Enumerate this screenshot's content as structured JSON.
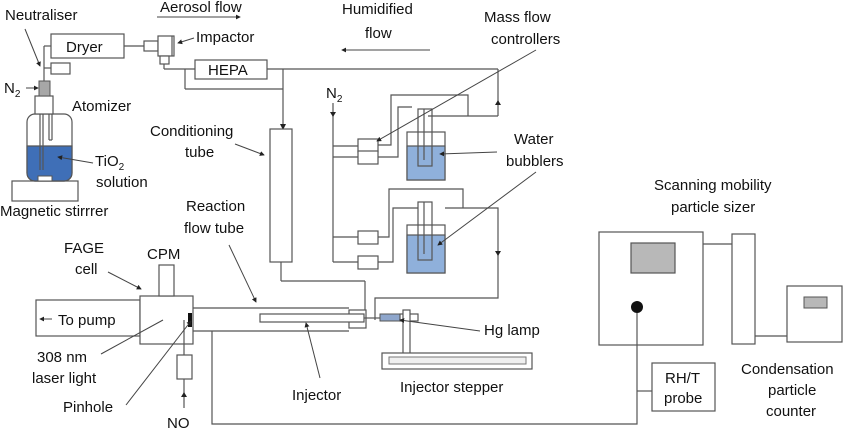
{
  "title": "Experimental setup: aerosol generation, flow tube and FAGE detection",
  "colors": {
    "line": "#555555",
    "tio2_liquid": "#3f6fb7",
    "water_liquid": "#8fb0db",
    "screen_grey": "#b8b8b8",
    "hg_lamp": "#8ea6cc",
    "stirrer_grey": "#a7a7a7"
  },
  "labels": {
    "neutraliser": "Neutraliser",
    "aerosol_flow": "Aerosol flow",
    "humidified_flow_1": "Humidified",
    "humidified_flow_2": "flow",
    "dryer": "Dryer",
    "impactor": "Impactor",
    "hepa": "HEPA",
    "n2_atomizer": "N",
    "n2_atomizer_sub": "2",
    "n2_mfc": "N",
    "n2_mfc_sub": "2",
    "atomizer": "Atomizer",
    "tio2": "TiO",
    "tio2_sub": "2",
    "solution": "solution",
    "magnetic_stirrer": "Magnetic stirrrer",
    "mass_flow_1": "Mass flow",
    "mass_flow_2": "controllers",
    "conditioning_1": "Conditioning",
    "conditioning_2": "tube",
    "water_1": "Water",
    "water_2": "bubblers",
    "reaction_1": "Reaction",
    "reaction_2": "flow tube",
    "fage_1": "FAGE",
    "fage_2": "cell",
    "cpm": "CPM",
    "to_pump": "To pump",
    "laser_1": "308 nm",
    "laser_2": "laser light",
    "pinhole": "Pinhole",
    "no": "NO",
    "injector": "Injector",
    "hg_lamp": "Hg lamp",
    "injector_stepper": "Injector stepper",
    "smps_1": "Scanning mobility",
    "smps_2": "particle sizer",
    "rht_1": "RH/T",
    "rht_2": "probe",
    "cpc_1": "Condensation",
    "cpc_2": "particle",
    "cpc_3": "counter"
  }
}
